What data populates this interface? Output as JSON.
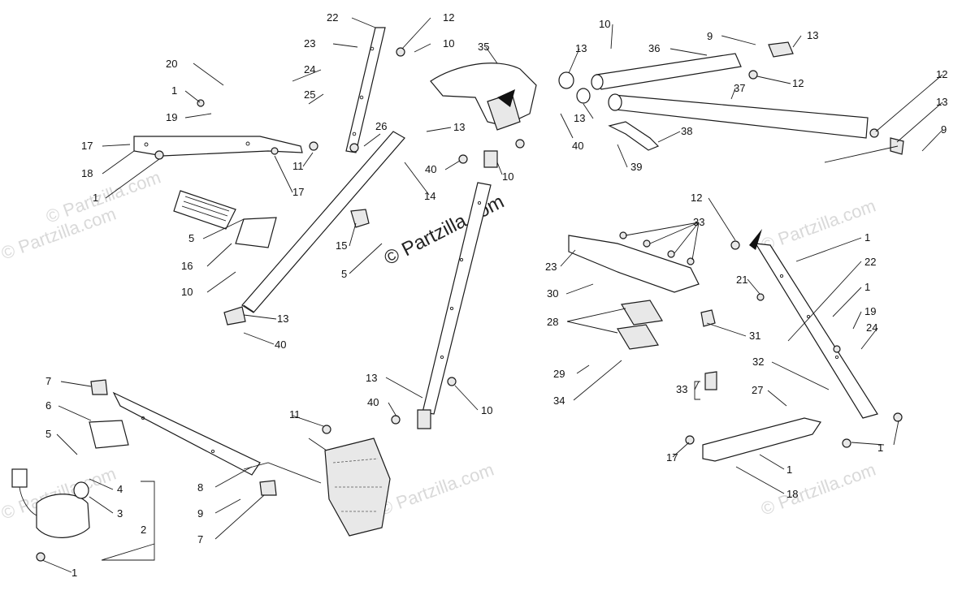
{
  "watermark": {
    "main": "© Partzilla.com",
    "faint": "© Partzilla.com"
  },
  "callouts": [
    {
      "id": "c22a",
      "text": "22"
    },
    {
      "id": "c12a",
      "text": "12"
    },
    {
      "id": "c10a",
      "text": "10"
    },
    {
      "id": "c23a",
      "text": "23"
    },
    {
      "id": "c24a",
      "text": "24"
    },
    {
      "id": "c25",
      "text": "25"
    },
    {
      "id": "c20",
      "text": "20"
    },
    {
      "id": "c1a",
      "text": "1"
    },
    {
      "id": "c19a",
      "text": "19"
    },
    {
      "id": "c17a",
      "text": "17"
    },
    {
      "id": "c18a",
      "text": "18"
    },
    {
      "id": "c1b",
      "text": "1"
    },
    {
      "id": "c11a",
      "text": "11"
    },
    {
      "id": "c17b",
      "text": "17"
    },
    {
      "id": "c26",
      "text": "26"
    },
    {
      "id": "c35",
      "text": "35"
    },
    {
      "id": "c13a",
      "text": "13"
    },
    {
      "id": "c40a",
      "text": "40"
    },
    {
      "id": "c10b",
      "text": "10"
    },
    {
      "id": "c14",
      "text": "14"
    },
    {
      "id": "c10c",
      "text": "10"
    },
    {
      "id": "c13b",
      "text": "13"
    },
    {
      "id": "c36",
      "text": "36"
    },
    {
      "id": "c9a",
      "text": "9"
    },
    {
      "id": "c13c",
      "text": "13"
    },
    {
      "id": "c12b",
      "text": "12"
    },
    {
      "id": "c37",
      "text": "37"
    },
    {
      "id": "c13d",
      "text": "13"
    },
    {
      "id": "c40b",
      "text": "40"
    },
    {
      "id": "c38",
      "text": "38"
    },
    {
      "id": "c39",
      "text": "39"
    },
    {
      "id": "c12c",
      "text": "12"
    },
    {
      "id": "c13e",
      "text": "13"
    },
    {
      "id": "c9b",
      "text": "9"
    },
    {
      "id": "c5a",
      "text": "5"
    },
    {
      "id": "c16",
      "text": "16"
    },
    {
      "id": "c10d",
      "text": "10"
    },
    {
      "id": "c13f",
      "text": "13"
    },
    {
      "id": "c40c",
      "text": "40"
    },
    {
      "id": "c15",
      "text": "15"
    },
    {
      "id": "c5b",
      "text": "5"
    },
    {
      "id": "c7a",
      "text": "7"
    },
    {
      "id": "c6",
      "text": "6"
    },
    {
      "id": "c5c",
      "text": "5"
    },
    {
      "id": "c4",
      "text": "4"
    },
    {
      "id": "c3",
      "text": "3"
    },
    {
      "id": "c2",
      "text": "2"
    },
    {
      "id": "c1c",
      "text": "1"
    },
    {
      "id": "c8",
      "text": "8"
    },
    {
      "id": "c9c",
      "text": "9"
    },
    {
      "id": "c7b",
      "text": "7"
    },
    {
      "id": "c11b",
      "text": "11"
    },
    {
      "id": "c13g",
      "text": "13"
    },
    {
      "id": "c40d",
      "text": "40"
    },
    {
      "id": "c10e",
      "text": "10"
    },
    {
      "id": "c12d",
      "text": "12"
    },
    {
      "id": "c1d",
      "text": "1"
    },
    {
      "id": "c22b",
      "text": "22"
    },
    {
      "id": "c23b",
      "text": "23"
    },
    {
      "id": "c30",
      "text": "30"
    },
    {
      "id": "c33a",
      "text": "33"
    },
    {
      "id": "c1e",
      "text": "1"
    },
    {
      "id": "c19b",
      "text": "19"
    },
    {
      "id": "c24b",
      "text": "24"
    },
    {
      "id": "c28",
      "text": "28"
    },
    {
      "id": "c31",
      "text": "31"
    },
    {
      "id": "c29",
      "text": "29"
    },
    {
      "id": "c34",
      "text": "34"
    },
    {
      "id": "c33b",
      "text": "33"
    },
    {
      "id": "c32",
      "text": "32"
    },
    {
      "id": "c27",
      "text": "27"
    },
    {
      "id": "c21",
      "text": "21"
    },
    {
      "id": "c1f",
      "text": "1"
    },
    {
      "id": "c1g",
      "text": "1"
    },
    {
      "id": "c18b",
      "text": "18"
    },
    {
      "id": "c17c",
      "text": "17"
    }
  ],
  "colors": {
    "line": "#1a1a1a",
    "background": "#ffffff",
    "watermark": "#d9d9d9"
  }
}
